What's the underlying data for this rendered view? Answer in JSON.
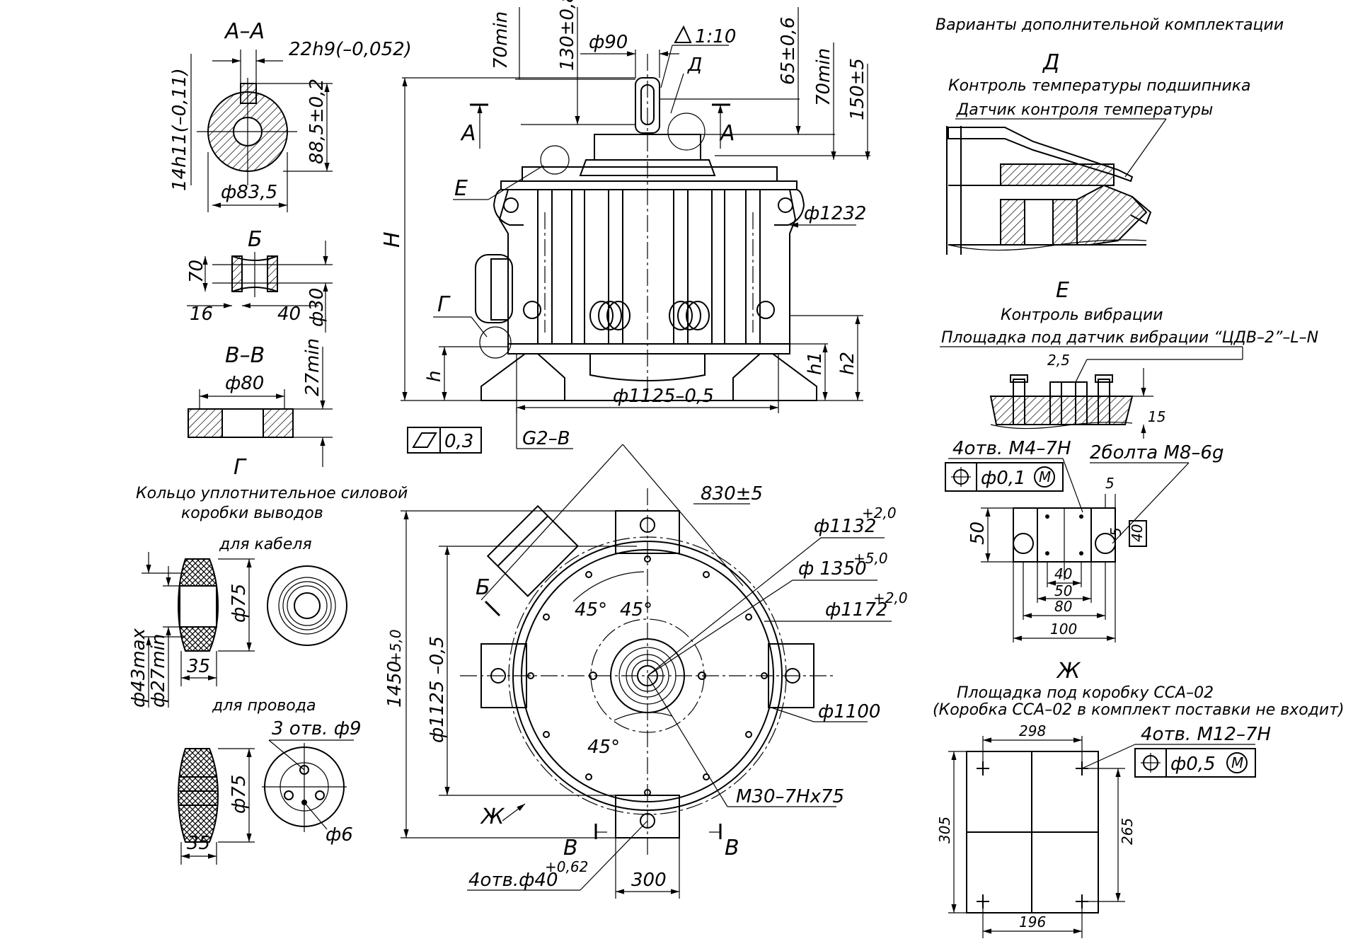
{
  "section_aa": {
    "title": "А–А",
    "key_width": "22h9(–0,052)",
    "height": "14h11(–0,11)",
    "depth": "88,5±0,2",
    "diameter": "ф83,5"
  },
  "section_b": {
    "title": "Б",
    "dim_70": "70",
    "dim_16": "16",
    "dim_40": "40",
    "dim_30": "ф30"
  },
  "section_vv": {
    "title": "В–В",
    "dim_80": "ф80",
    "dim_27": "27min"
  },
  "ring": {
    "letter": "Г",
    "title_line1": "Кольцо уплотнительное силовой",
    "title_line2": "коробки выводов",
    "cable_label": "для кабеля",
    "wire_label": "для провода",
    "d43": "ф43max",
    "d27": "ф27min",
    "d75_cable": "ф75",
    "w35_cable": "35",
    "holes": "3 отв. ф9",
    "d75_wire": "ф75",
    "w35_wire": "35",
    "d6": "ф6"
  },
  "front_view": {
    "d90": "ф90",
    "h130": "130±0,8",
    "min70_left": "70min",
    "taper": "1:10",
    "d_letter": "Д",
    "h65": "65±0,6",
    "min70_right": "70min",
    "h150": "150±5",
    "a_left": "А",
    "a_right": "А",
    "e_letter": "Е",
    "d1232": "ф1232",
    "h_big": "Н",
    "g_letter": "Г",
    "h_small": "h",
    "h1": "h1",
    "h2": "h2",
    "d1125": "ф1125–0,5",
    "flatness": "0,3",
    "g2b": "G2–B"
  },
  "plan_view": {
    "d830": "830±5",
    "d1132": "ф1132",
    "d1132_tol": "+2,0",
    "d1350": "ф 1350",
    "d1350_tol": "+5,0",
    "d1172": "ф1172",
    "d1172_tol": "+2,0",
    "d1100": "ф1100",
    "m30": "M30–7Hx75",
    "angle1": "45°",
    "angle2": "45°",
    "angle3": "45°",
    "b_letter": "Б",
    "zh_letter": "Ж",
    "v_left": "В",
    "v_right": "В",
    "d1450": "1450",
    "d1450_tol": "+5,0",
    "d1125v": "ф1125 –0,5",
    "holes40": "4отв.ф40",
    "holes40_tol": "+0,62",
    "w300": "300"
  },
  "options": {
    "title": "Варианты дополнительной комплектации",
    "d_letter": "Д",
    "bearing_title": "Контроль температуры подшипника",
    "sensor_label": "Датчик контроля температуры",
    "e_letter": "Е",
    "vibration_title": "Контроль вибрации",
    "vibration_pad": "Площадка под датчик вибрации “ЦДВ–2”–L–N",
    "dim_25": "2,5",
    "dim_15": "15",
    "holes_m4": "4отв. M4–7H",
    "tol_01": "ф0,1",
    "bolts_m8": "2болта M8–6g",
    "dim_5a": "5",
    "dim_50": "50",
    "dim_5b": "5",
    "dim_40box": "40",
    "dim_40": "40",
    "dim_50b": "50",
    "dim_80": "80",
    "dim_100": "100",
    "zh_letter": "Ж",
    "box_title": "Площадка под коробку ССА–02",
    "box_note": "(Коробка ССА–02 в комплект поставки не входит)",
    "dim_298": "298",
    "holes_m12": "4отв. M12–7H",
    "tol_05": "ф0,5",
    "dim_305": "305",
    "dim_265": "265",
    "dim_196": "196",
    "m_symbol": "M"
  }
}
